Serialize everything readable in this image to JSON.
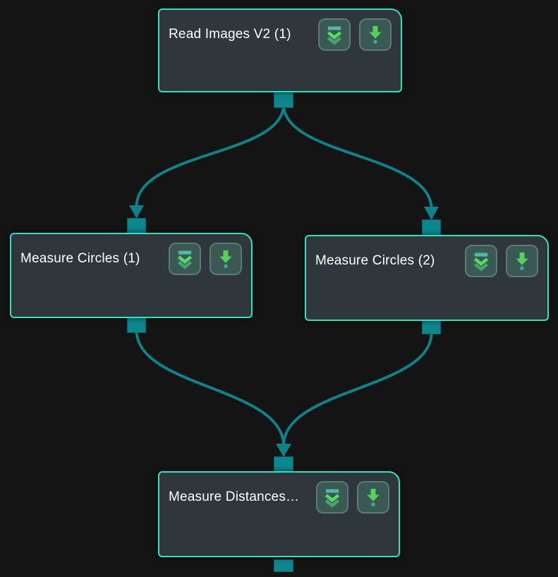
{
  "app": {
    "view": "node-graph-editor"
  },
  "canvas": {
    "background_color": "#141414",
    "node_background_color": "#2f363c",
    "node_border_color": "#2ee3c0",
    "edge_color": "#0f8188",
    "port_color": "#0d868e",
    "button_background_color": "#3a5953",
    "button_border_color": "#5d7b76",
    "icon_green": "#57d05c",
    "icon_teal_bar": "#54b6ad",
    "icon_dim_green": "#49a271",
    "icon_teal_dot": "#3fa6a6",
    "title_text_color": "#ffffff"
  },
  "nodes": [
    {
      "title": "Read Images V2 (1)"
    },
    {
      "title": "Measure Circles (1)"
    },
    {
      "title": "Measure Circles (2)"
    },
    {
      "title": "Measure Distances…"
    }
  ],
  "node_buttons": {
    "collapse_icon": "double-chevron-down-with-bar",
    "run_icon": "green-arrow-down-with-dot"
  },
  "edges": [
    {
      "from": "Read Images V2 (1)",
      "to": "Measure Circles (1)"
    },
    {
      "from": "Read Images V2 (1)",
      "to": "Measure Circles (2)"
    },
    {
      "from": "Measure Circles (1)",
      "to": "Measure Distances…"
    },
    {
      "from": "Measure Circles (2)",
      "to": "Measure Distances…"
    }
  ]
}
